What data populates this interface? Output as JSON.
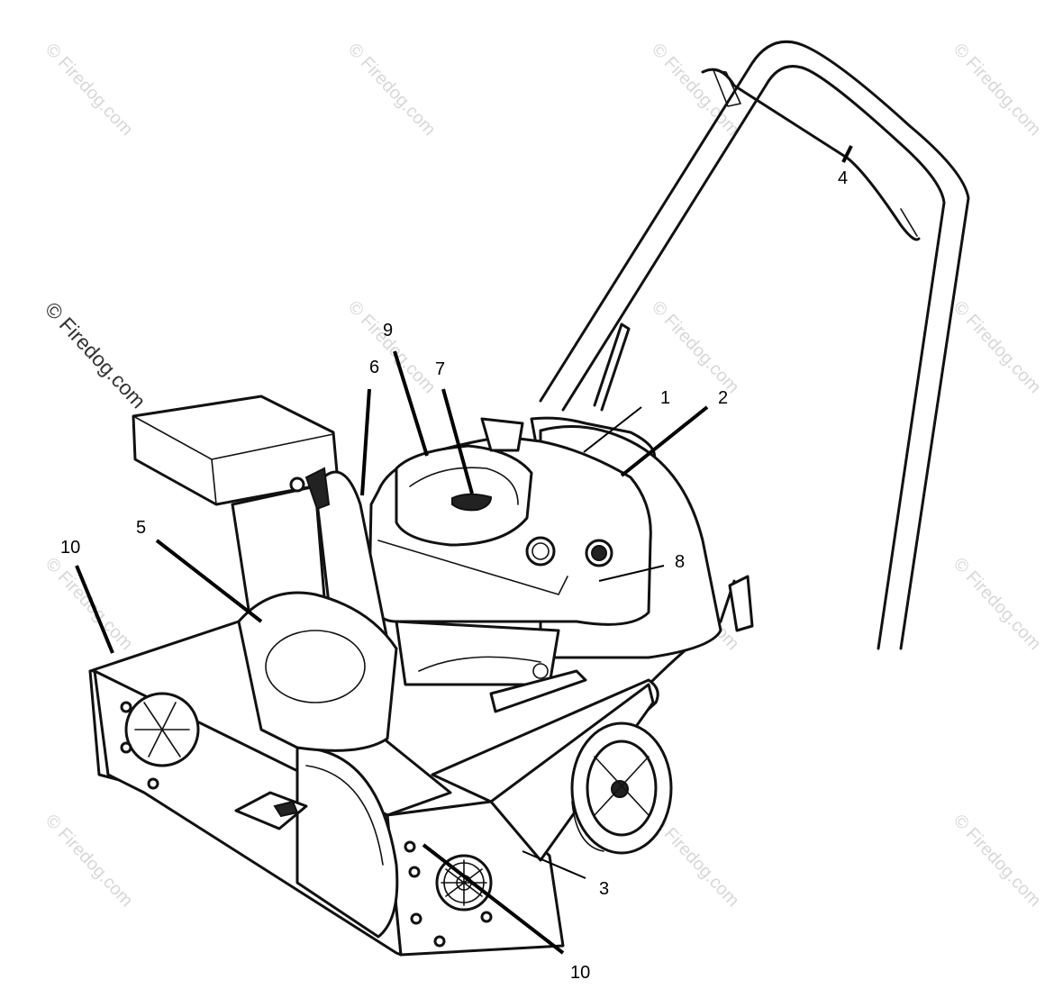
{
  "watermark": {
    "main_text": "© Firedog.com",
    "tile_text": "© Firedog.com"
  },
  "callouts": {
    "c1": "1",
    "c2": "2",
    "c3": "3",
    "c4": "4",
    "c5": "5",
    "c6": "6",
    "c7": "7",
    "c8": "8",
    "c9": "9",
    "c10_top": "10",
    "c10_bottom": "10"
  },
  "colors": {
    "ink": "#111111",
    "background": "#ffffff",
    "watermark": "#d7d7d7"
  }
}
